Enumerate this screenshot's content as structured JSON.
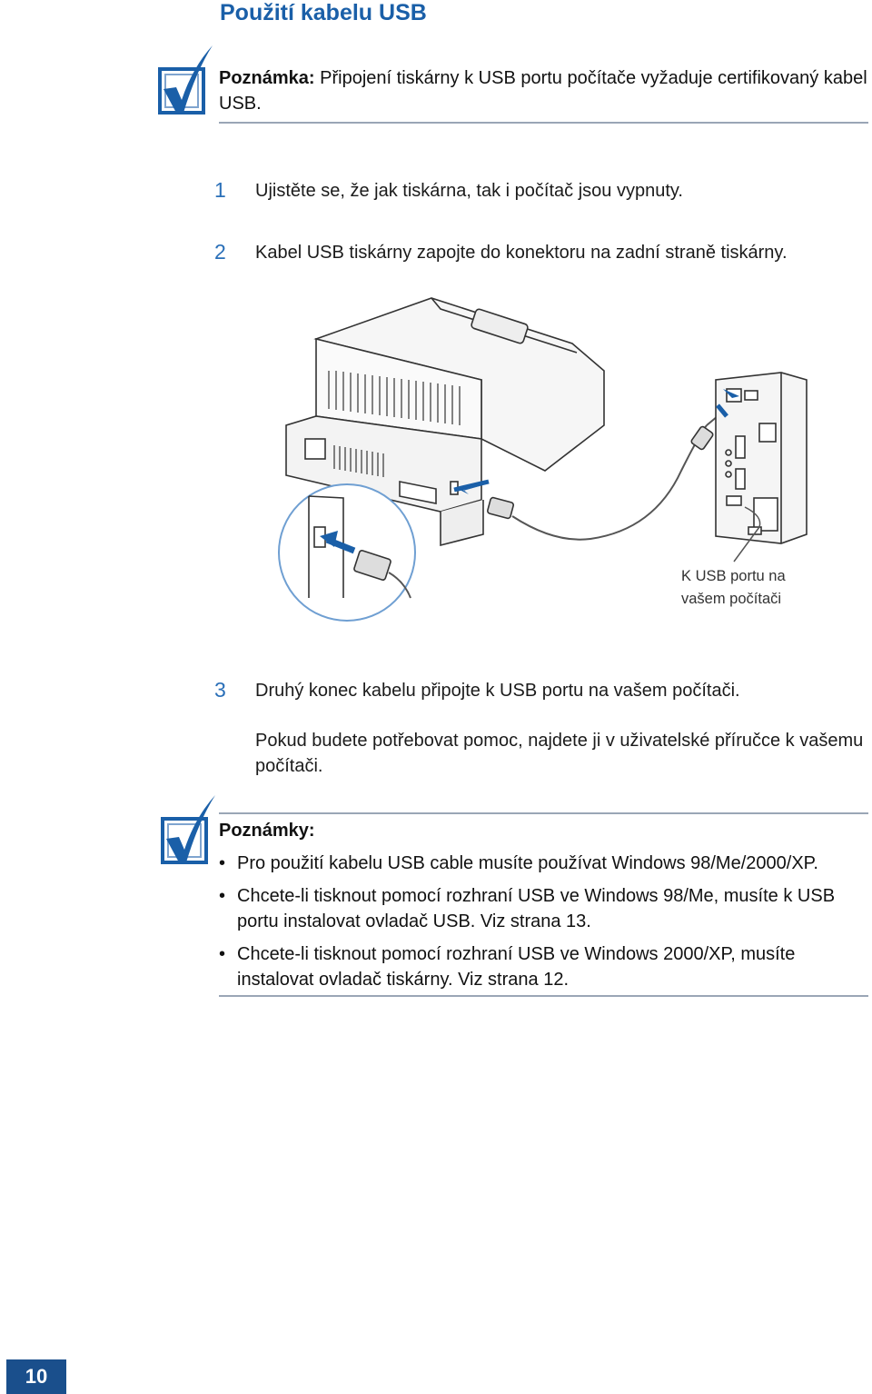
{
  "heading": "Použití kabelu USB",
  "note1": {
    "label": "Poznámka:",
    "text": " Připojení tiskárny k USB portu počítače vyžaduje certifikovaný kabel USB."
  },
  "steps": [
    {
      "num": "1",
      "text": "Ujistěte se, že jak tiskárna, tak i počítač jsou vypnuty."
    },
    {
      "num": "2",
      "text": "Kabel USB tiskárny zapojte do konektoru na zadní straně tiskárny."
    },
    {
      "num": "3",
      "text": "Druhý konec kabelu připojte k USB portu na vašem počítači."
    }
  ],
  "step3_extra": "Pokud budete potřebovat pomoc, najdete ji v uživatelské příručce k vašemu počítači.",
  "figure": {
    "caption_line1": "K USB portu na",
    "caption_line2": "vašem počítači"
  },
  "notes2": {
    "title": "Poznámky:",
    "items": [
      "Pro použití kabelu USB cable musíte používat Windows 98/Me/2000/XP.",
      "Chcete-li tisknout pomocí rozhraní USB ve Windows 98/Me, musíte k USB portu instalovat ovladač USB. Viz strana 13.",
      "Chcete-li tisknout pomocí rozhraní USB ve Windows 2000/XP, musíte instalovat ovladač tiskárny. Viz strana 12."
    ]
  },
  "bullet_char": "•",
  "page_number": "10",
  "colors": {
    "heading": "#1a5fa8",
    "step_number": "#2a6fb8",
    "rule": "#9aa6b6",
    "page_badge": "#1a4f8c"
  },
  "icons": [
    "note-check-icon"
  ]
}
